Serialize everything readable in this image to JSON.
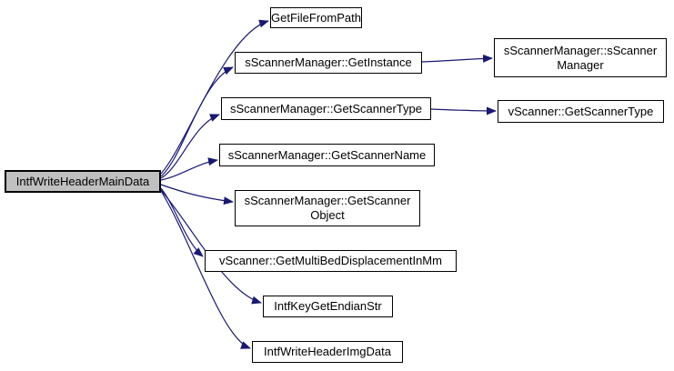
{
  "diagram": {
    "type": "call-graph",
    "colors": {
      "background": "#ffffff",
      "edge": "#191970",
      "node_border": "#000000",
      "node_fill": "#ffffff",
      "main_node_fill": "#c0c0c0",
      "text": "#000000"
    },
    "nodes": {
      "main": {
        "label": "IntfWriteHeaderMainData"
      },
      "getfilefrompath": {
        "label": "GetFileFromPath"
      },
      "getinstance": {
        "label": "sScannerManager::GetInstance"
      },
      "getscannertype": {
        "label": "sScannerManager::GetScannerType"
      },
      "getscannername": {
        "label": "sScannerManager::GetScannerName"
      },
      "getscannerobject": {
        "lines": [
          "sScannerManager::GetScanner",
          "Object"
        ]
      },
      "getmultibed": {
        "label": "vScanner::GetMultiBedDisplacementInMm"
      },
      "intfkeygetendianstr": {
        "label": "IntfKeyGetEndianStr"
      },
      "intfwriteheaderimgdata": {
        "label": "IntfWriteHeaderImgData"
      },
      "scannermanagerctor": {
        "lines": [
          "sScannerManager::sScanner",
          "Manager"
        ]
      },
      "vscannergetscannertype": {
        "label": "vScanner::GetScannerType"
      }
    },
    "edges": [
      {
        "from": "main",
        "to": "getfilefrompath"
      },
      {
        "from": "main",
        "to": "getinstance"
      },
      {
        "from": "main",
        "to": "getscannertype"
      },
      {
        "from": "main",
        "to": "getscannername"
      },
      {
        "from": "main",
        "to": "getscannerobject"
      },
      {
        "from": "main",
        "to": "getmultibed"
      },
      {
        "from": "main",
        "to": "intfkeygetendianstr"
      },
      {
        "from": "main",
        "to": "intfwriteheaderimgdata"
      },
      {
        "from": "getinstance",
        "to": "scannermanagerctor"
      },
      {
        "from": "getscannertype",
        "to": "vscannergetscannertype"
      }
    ]
  }
}
